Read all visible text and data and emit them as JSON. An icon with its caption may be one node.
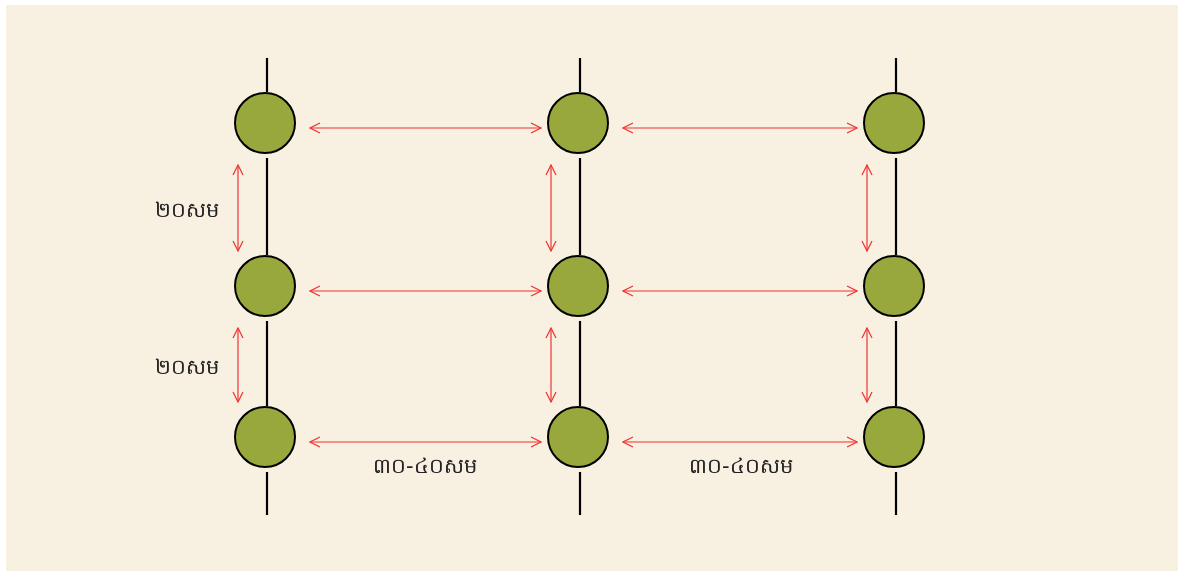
{
  "diagram": {
    "nodes": [
      {
        "text": [],
        "shape": "circle"
      },
      {
        "text": [],
        "shape": "circle"
      },
      {
        "text": [],
        "shape": "circle"
      },
      {
        "text": [],
        "shape": "circle"
      },
      {
        "text": [],
        "shape": "circle"
      },
      {
        "text": [],
        "shape": "circle"
      },
      {
        "text": [],
        "shape": "circle"
      },
      {
        "text": [],
        "shape": "circle"
      },
      {
        "text": [],
        "shape": "circle"
      }
    ],
    "edges": [
      {
        "from": null,
        "to": 0,
        "arrow": "none"
      },
      {
        "from": 0,
        "to": 3,
        "arrow": "none"
      },
      {
        "from": 3,
        "to": 6,
        "arrow": "none"
      },
      {
        "from": 6,
        "to": null,
        "arrow": "none"
      },
      {
        "from": null,
        "to": 1,
        "arrow": "none"
      },
      {
        "from": 1,
        "to": 4,
        "arrow": "none"
      },
      {
        "from": 4,
        "to": 7,
        "arrow": "none"
      },
      {
        "from": 7,
        "to": null,
        "arrow": "none"
      },
      {
        "from": null,
        "to": 2,
        "arrow": "none"
      },
      {
        "from": 2,
        "to": 5,
        "arrow": "none"
      },
      {
        "from": 5,
        "to": 8,
        "arrow": "none"
      },
      {
        "from": 8,
        "to": null,
        "arrow": "none"
      },
      {
        "from": 0,
        "to": 1,
        "arrow": "both",
        "color": "#ee3333"
      },
      {
        "from": 1,
        "to": 2,
        "arrow": "both",
        "color": "#ee3333"
      },
      {
        "from": 0,
        "to": 3,
        "arrow": "both",
        "color": "#ee3333"
      },
      {
        "from": 1,
        "to": 4,
        "arrow": "both",
        "color": "#ee3333"
      },
      {
        "from": 2,
        "to": 5,
        "arrow": "both",
        "color": "#ee3333"
      },
      {
        "from": 3,
        "to": 4,
        "arrow": "both",
        "color": "#ee3333"
      },
      {
        "from": 4,
        "to": 5,
        "arrow": "both",
        "color": "#ee3333"
      },
      {
        "from": 3,
        "to": 6,
        "arrow": "both",
        "color": "#ee3333"
      },
      {
        "from": 4,
        "to": 7,
        "arrow": "both",
        "color": "#ee3333"
      },
      {
        "from": 5,
        "to": 8,
        "arrow": "both",
        "color": "#ee3333"
      },
      {
        "from": 6,
        "to": 7,
        "arrow": "both",
        "color": "#ee3333"
      },
      {
        "from": 7,
        "to": 8,
        "arrow": "both",
        "color": "#ee3333"
      }
    ],
    "labels": [
      "២០សម",
      "២០សម",
      "៣០-៤០សម",
      "៣០-៤០សម"
    ]
  }
}
